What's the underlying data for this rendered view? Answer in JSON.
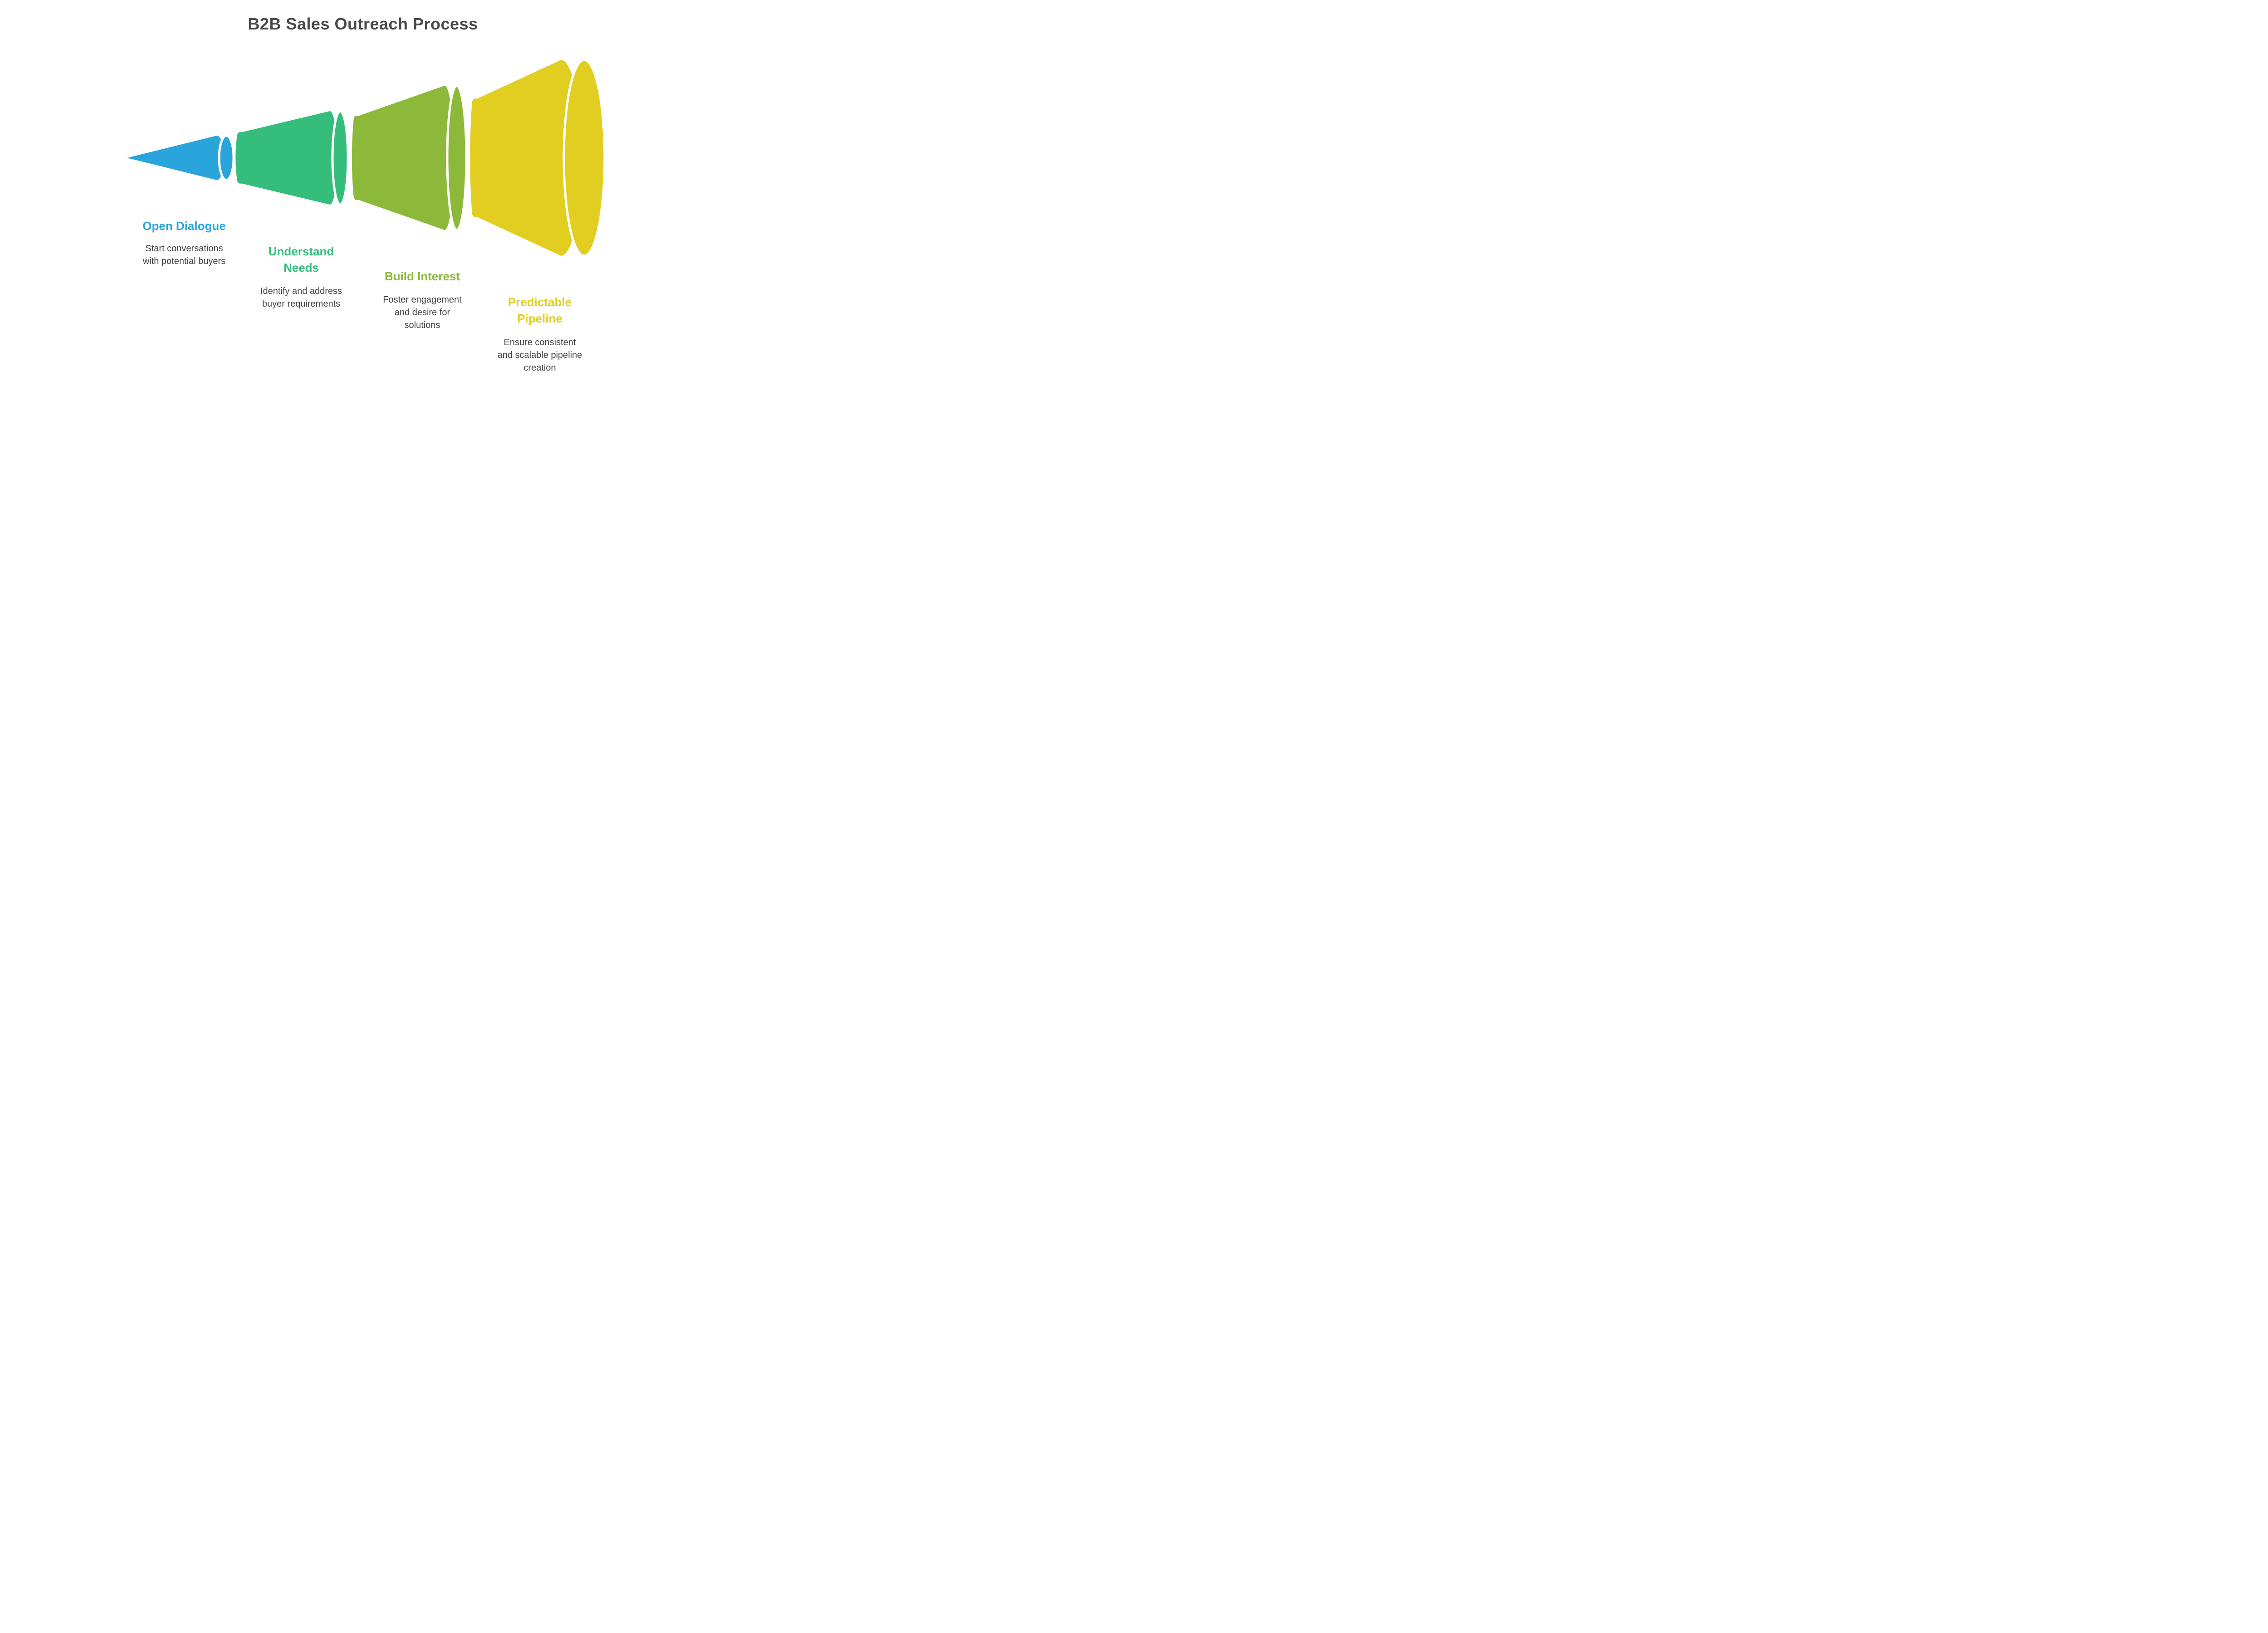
{
  "title": "B2B Sales Outreach Process",
  "stages": [
    {
      "label": "Open Dialogue",
      "label_lines": [
        "Open Dialogue"
      ],
      "description": "Start conversations with potential buyers",
      "desc_lines": [
        "Start conversations",
        "with potential buyers"
      ],
      "color": "#2AA5DC"
    },
    {
      "label": "Understand Needs",
      "label_lines": [
        "Understand",
        "Needs"
      ],
      "description": "Identify and address buyer requirements",
      "desc_lines": [
        "Identify and address",
        "buyer requirements"
      ],
      "color": "#35BD7C"
    },
    {
      "label": "Build Interest",
      "label_lines": [
        "Build Interest"
      ],
      "description": "Foster engagement and desire for solutions",
      "desc_lines": [
        "Foster engagement",
        "and desire for",
        "solutions"
      ],
      "color": "#8DB93A"
    },
    {
      "label": "Predictable Pipeline",
      "label_lines": [
        "Predictable",
        "Pipeline"
      ],
      "description": "Ensure consistent and scalable pipeline creation",
      "desc_lines": [
        "Ensure consistent",
        "and scalable pipeline",
        "creation"
      ],
      "color": "#E2CE21"
    }
  ]
}
